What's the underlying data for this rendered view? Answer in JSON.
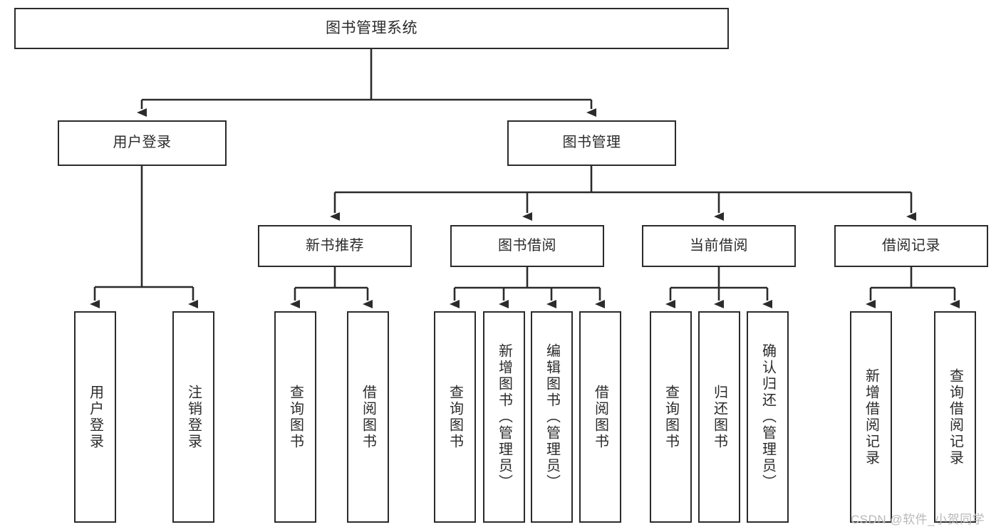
{
  "diagram": {
    "title": "图书管理系统",
    "type": "hierarchy-tree",
    "root": {
      "label": "图书管理系统"
    },
    "level1": [
      {
        "label": "用户登录"
      },
      {
        "label": "图书管理"
      }
    ],
    "level2": [
      {
        "label": "新书推荐"
      },
      {
        "label": "图书借阅"
      },
      {
        "label": "当前借阅"
      },
      {
        "label": "借阅记录"
      }
    ],
    "leaves": {
      "user_login": [
        {
          "label": "用户登录"
        },
        {
          "label": "注销登录"
        }
      ],
      "new_book_recommend": [
        {
          "label": "查询图书"
        },
        {
          "label": "借阅图书"
        }
      ],
      "book_borrow": [
        {
          "label": "查询图书"
        },
        {
          "label": "新增图书（管理员）"
        },
        {
          "label": "编辑图书（管理员）"
        },
        {
          "label": "借阅图书"
        }
      ],
      "current_borrow": [
        {
          "label": "查询图书"
        },
        {
          "label": "归还图书"
        },
        {
          "label": "确认归还（管理员）"
        }
      ],
      "borrow_record": [
        {
          "label": "新增借阅记录"
        },
        {
          "label": "查询借阅记录"
        }
      ]
    }
  },
  "watermark": {
    "text": "CSDN @软件_小贺同学"
  },
  "colors": {
    "stroke": "#2b2b2b",
    "fill": "#ffffff",
    "text": "#2b2b2b",
    "watermark": "#b9b9b9"
  }
}
